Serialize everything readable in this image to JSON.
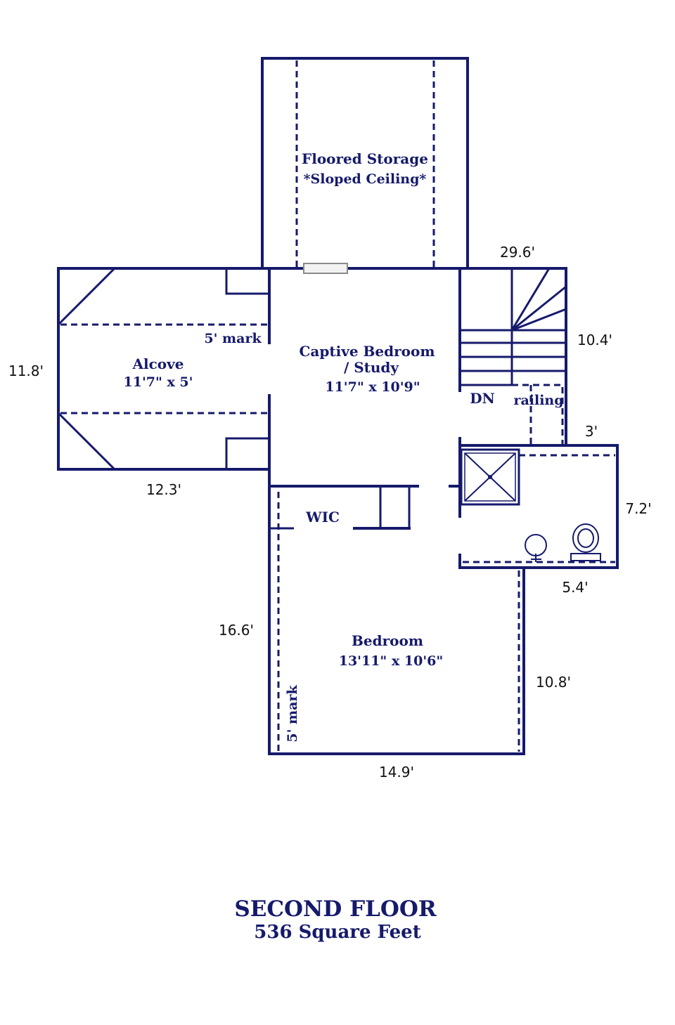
{
  "rooms": {
    "storage": {
      "name": "Floored Storage",
      "note": "*Sloped Ceiling*"
    },
    "alcove": {
      "name": "Alcove",
      "size": "11'7\" x 5'"
    },
    "captive": {
      "name_line1": "Captive Bedroom",
      "name_line2": "/ Study",
      "size": "11'7\" x 10'9\""
    },
    "bedroom": {
      "name": "Bedroom",
      "size": "13'11\" x 10'6\""
    },
    "wic": {
      "name": "WIC"
    }
  },
  "labels": {
    "mark_alcove": "5' mark",
    "mark_bedroom": "5' mark",
    "stairs_down": "DN",
    "railing": "railing"
  },
  "dimensions": {
    "top_right": "29.6'",
    "stairs_height": "10.4'",
    "alcove_height": "11.8'",
    "alcove_width": "12.3'",
    "bath_offset": "3'",
    "bath_height": "7.2'",
    "bath_width": "5.4'",
    "bedroom_left": "16.6'",
    "bedroom_right": "10.8'",
    "bedroom_width": "14.9'"
  },
  "footer": {
    "title": "SECOND FLOOR",
    "area": "536 Square Feet"
  },
  "colors": {
    "line": "#161a6b",
    "dimension_text": "#111111",
    "background": "#ffffff"
  }
}
